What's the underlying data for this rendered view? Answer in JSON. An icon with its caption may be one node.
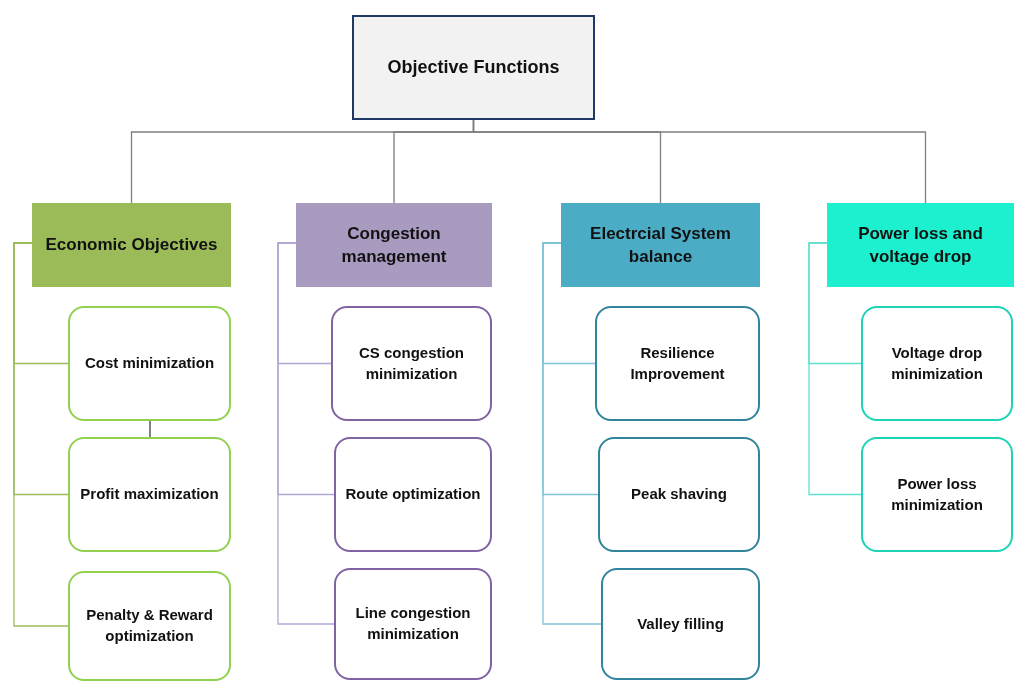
{
  "diagram": {
    "nodes": [
      {
        "text": [
          "Objective Functions"
        ]
      },
      {
        "text": [
          "Economic Objectives"
        ]
      },
      {
        "text": [
          "Cost minimization"
        ]
      },
      {
        "text": [
          "Profit maximization"
        ]
      },
      {
        "text": [
          "Penalty & Reward optimization"
        ]
      },
      {
        "text": [
          "Congestion management"
        ]
      },
      {
        "text": [
          "CS congestion minimization"
        ]
      },
      {
        "text": [
          "Route optimization"
        ]
      },
      {
        "text": [
          "Line congestion minimization"
        ]
      },
      {
        "text": [
          "Electrcial System balance"
        ]
      },
      {
        "text": [
          "Resilience Improvement"
        ]
      },
      {
        "text": [
          "Peak shaving"
        ]
      },
      {
        "text": [
          "Valley filling"
        ]
      },
      {
        "text": [
          "Power loss and voltage drop"
        ]
      },
      {
        "text": [
          "Voltage drop minimization"
        ]
      },
      {
        "text": [
          "Power loss minimization"
        ]
      }
    ],
    "edges": [
      {
        "from": 0,
        "to": 1,
        "arrow": "none"
      },
      {
        "from": 0,
        "to": 5,
        "arrow": "none"
      },
      {
        "from": 0,
        "to": 9,
        "arrow": "none"
      },
      {
        "from": 0,
        "to": 13,
        "arrow": "none"
      },
      {
        "from": 1,
        "to": 2,
        "arrow": "none",
        "color": "#9bbb59"
      },
      {
        "from": 1,
        "to": 3,
        "arrow": "none",
        "color": "#9bbb59"
      },
      {
        "from": 1,
        "to": 4,
        "arrow": "none",
        "color": "#9bbb59"
      },
      {
        "from": 2,
        "to": 3,
        "arrow": "none",
        "color": "#404040"
      },
      {
        "from": 5,
        "to": 6,
        "arrow": "none",
        "color": "#b4a7d6"
      },
      {
        "from": 5,
        "to": 7,
        "arrow": "none",
        "color": "#b4a7d6"
      },
      {
        "from": 5,
        "to": 8,
        "arrow": "none",
        "color": "#b4a7d6"
      },
      {
        "from": 9,
        "to": 10,
        "arrow": "none",
        "color": "#7fc4d6"
      },
      {
        "from": 9,
        "to": 11,
        "arrow": "none",
        "color": "#7fc4d6"
      },
      {
        "from": 9,
        "to": 12,
        "arrow": "none",
        "color": "#7fc4d6"
      },
      {
        "from": 13,
        "to": 14,
        "arrow": "none",
        "color": "#5ee0cc"
      },
      {
        "from": 13,
        "to": 15,
        "arrow": "none",
        "color": "#5ee0cc"
      }
    ]
  }
}
